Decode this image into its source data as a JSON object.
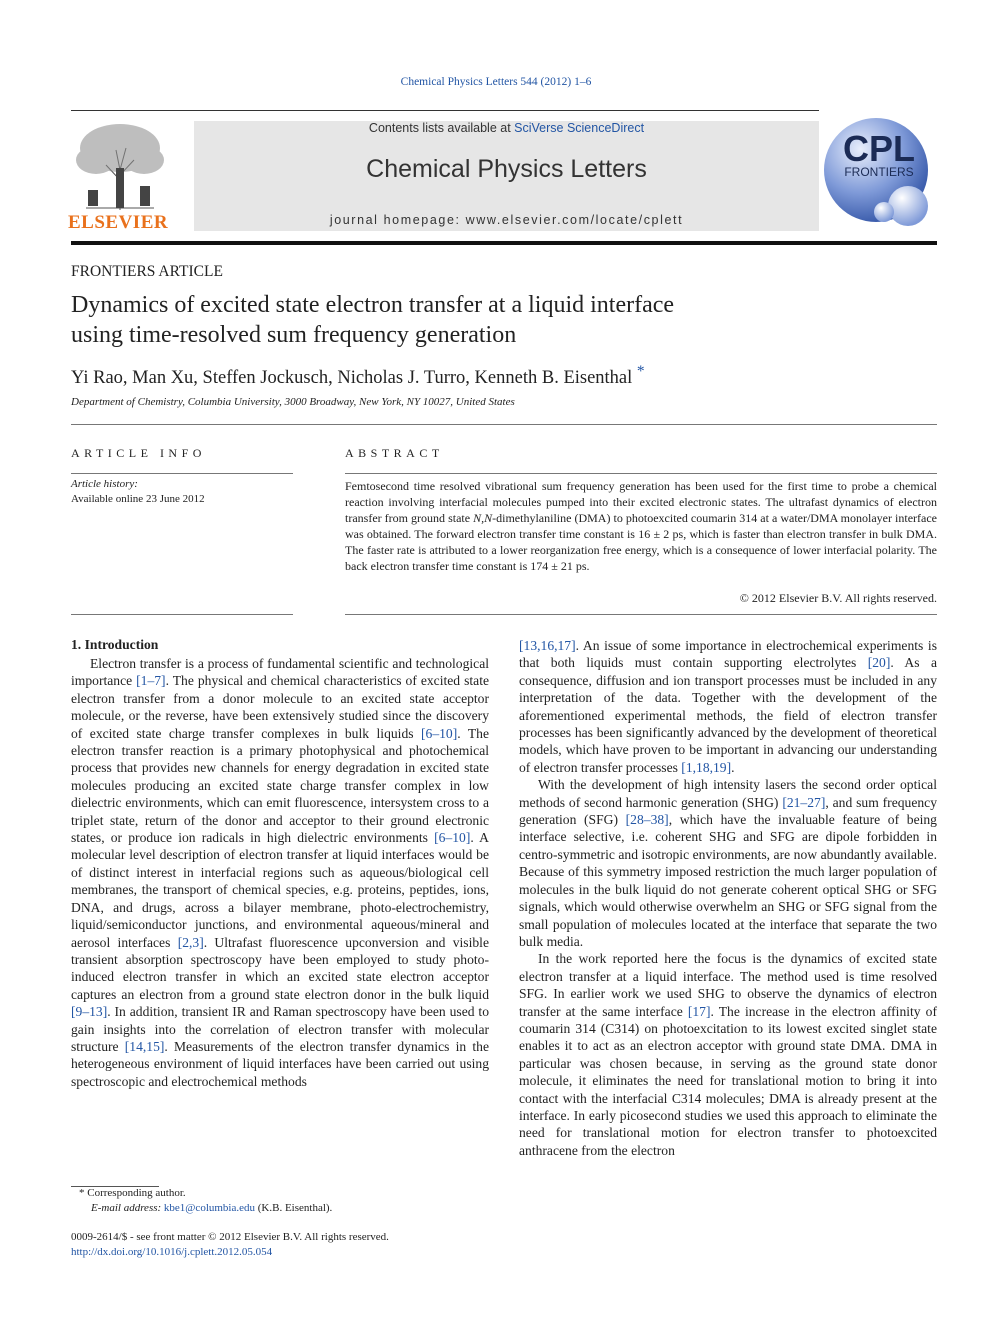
{
  "header": {
    "journal_ref": "Chemical Physics Letters 544 (2012) 1–6",
    "contents_prefix": "Contents lists available at ",
    "contents_link": "SciVerse ScienceDirect",
    "journal_title": "Chemical Physics Letters",
    "homepage_prefix": "journal homepage: ",
    "homepage_url": "www.elsevier.com/locate/cplett",
    "publisher_logo_text": "ELSEVIER",
    "cpl_logo_top": "CPL",
    "cpl_logo_bottom": "FRONTIERS"
  },
  "article": {
    "type": "FRONTIERS ARTICLE",
    "title_line1": "Dynamics of excited state electron transfer at a liquid interface",
    "title_line2": "using time-resolved sum frequency generation",
    "authors": "Yi Rao, Man Xu, Steffen Jockusch, Nicholas J. Turro, Kenneth B. Eisenthal",
    "corresponding_mark": "*",
    "affiliation": "Department of Chemistry, Columbia University, 3000 Broadway, New York, NY 10027, United States"
  },
  "article_info": {
    "heading": "ARTICLE INFO",
    "history_label": "Article history:",
    "history_value": "Available online 23 June 2012"
  },
  "abstract": {
    "heading": "ABSTRACT",
    "text_a": "Femtosecond time resolved vibrational sum frequency generation has been used for the first time to probe a chemical reaction involving interfacial molecules pumped into their excited electronic states. The ultrafast dynamics of electron transfer from ground state ",
    "text_italic": "N,N",
    "text_b": "-dimethylaniline (DMA) to photoexcited coumarin 314 at a water/DMA monolayer interface was obtained. The forward electron transfer time constant is 16 ± 2 ps, which is faster than electron transfer in bulk DMA. The faster rate is attributed to a lower reorganization free energy, which is a consequence of lower interfacial polarity. The back electron transfer time constant is 174 ± 21 ps.",
    "copyright": "© 2012 Elsevier B.V. All rights reserved."
  },
  "intro": {
    "heading": "1. Introduction"
  },
  "col1": {
    "p1": [
      "Electron transfer is a process of fundamental scientific and technological importance ",
      {
        "ref": "[1–7]"
      },
      ". The physical and chemical characteristics of excited state electron transfer from a donor molecule to an excited state acceptor molecule, or the reverse, have been extensively studied since the discovery of excited state charge transfer complexes in bulk liquids ",
      {
        "ref": "[6–10]"
      },
      ". The electron transfer reaction is a primary photophysical and photochemical process that provides new channels for energy degradation in excited state molecules producing an excited state charge transfer complex in low dielectric environments, which can emit fluorescence, intersystem cross to a triplet state, return of the donor and acceptor to their ground electronic states, or produce ion radicals in high dielectric environments ",
      {
        "ref": "[6–10]"
      },
      ". A molecular level description of electron transfer at liquid interfaces would be of distinct interest in interfacial regions such as aqueous/biological cell membranes, the transport of chemical species, e.g. proteins, peptides, ions, DNA, and drugs, across a bilayer membrane, photo-electrochemistry, liquid/semiconductor junctions, and environmental aqueous/mineral and aerosol interfaces ",
      {
        "ref": "[2,3]"
      },
      ". Ultrafast fluorescence upconversion and visible transient absorption spectroscopy have been employed to study photo-induced electron transfer in which an excited state electron acceptor captures an electron from a ground state electron donor in the bulk liquid ",
      {
        "ref": "[9–13]"
      },
      ". In addition, transient IR and Raman spectroscopy have been used to gain insights into the correlation of electron transfer with molecular structure ",
      {
        "ref": "[14,15]"
      },
      ". Measurements of the electron transfer dynamics in the heterogeneous environment of liquid interfaces have been carried out using spectroscopic and electrochemical methods"
    ]
  },
  "col2": {
    "p0": [
      {
        "ref": "[13,16,17]"
      },
      ". An issue of some importance in electrochemical experiments is that both liquids must contain supporting electrolytes ",
      {
        "ref": "[20]"
      },
      ". As a consequence, diffusion and ion transport processes must be included in any interpretation of the data. Together with the development of the aforementioned experimental methods, the field of electron transfer processes has been significantly advanced by the development of theoretical models, which have proven to be important in advancing our understanding of electron transfer processes ",
      {
        "ref": "[1,18,19]"
      },
      "."
    ],
    "p1": [
      "With the development of high intensity lasers the second order optical methods of second harmonic generation (SHG) ",
      {
        "ref": "[21–27]"
      },
      ", and sum frequency generation (SFG) ",
      {
        "ref": "[28–38]"
      },
      ", which have the invaluable feature of being interface selective, i.e. coherent SHG and SFG are dipole forbidden in centro-symmetric and isotropic environments, are now abundantly available. Because of this symmetry imposed restriction the much larger population of molecules in the bulk liquid do not generate coherent optical SHG or SFG signals, which would otherwise overwhelm an SHG or SFG signal from the small population of molecules located at the interface that separate the two bulk media."
    ],
    "p2": [
      "In the work reported here the focus is the dynamics of excited state electron transfer at a liquid interface. The method used is time resolved SFG. In earlier work we used SHG to observe the dynamics of electron transfer at the same interface ",
      {
        "ref": "[17]"
      },
      ". The increase in the electron affinity of coumarin 314 (C314) on photoexcitation to its lowest excited singlet state enables it to act as an electron acceptor with ground state DMA. DMA in particular was chosen because, in serving as the ground state donor molecule, it eliminates the need for translational motion to bring it into contact with the interfacial C314 molecules; DMA is already present at the interface. In early picosecond studies we used this approach to eliminate the need for translational motion for electron transfer to photoexcited anthracene from the electron"
    ]
  },
  "footnote": {
    "mark": "*",
    "corresponding": "Corresponding author.",
    "email_label": "E-mail address:",
    "email": "kbe1@columbia.edu",
    "email_suffix": "(K.B. Eisenthal)."
  },
  "front_matter": {
    "issn_line": "0009-2614/$ - see front matter © 2012 Elsevier B.V. All rights reserved.",
    "doi": "http://dx.doi.org/10.1016/j.cplett.2012.05.054"
  },
  "colors": {
    "link": "#2255a4",
    "elsevier_orange": "#e9711c",
    "banner_bg": "#e6e6e6"
  }
}
